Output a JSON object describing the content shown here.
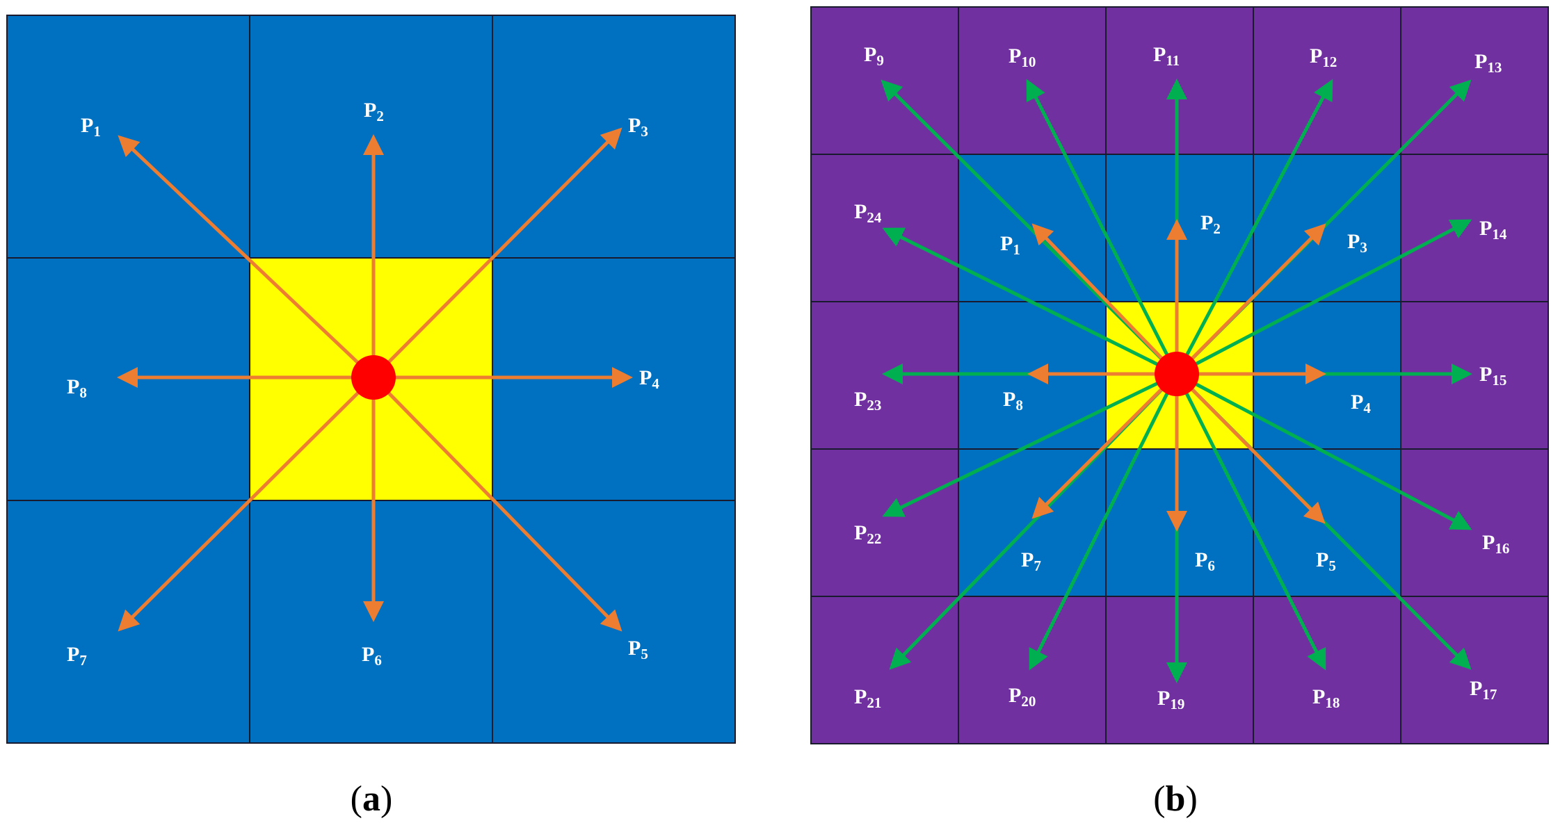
{
  "colors": {
    "blue": "#0070C0",
    "purple": "#7030A0",
    "yellow": "#FFFF00",
    "center_dot": "#FF0000",
    "orange_arrow": "#ED7D31",
    "green_arrow": "#00B050",
    "grid_line": "#1a1a2e",
    "label": "#FFFFFF"
  },
  "panel_a": {
    "caption_letter": "a",
    "labels": [
      {
        "p": "P",
        "n": "1"
      },
      {
        "p": "P",
        "n": "2"
      },
      {
        "p": "P",
        "n": "3"
      },
      {
        "p": "P",
        "n": "4"
      },
      {
        "p": "P",
        "n": "5"
      },
      {
        "p": "P",
        "n": "6"
      },
      {
        "p": "P",
        "n": "7"
      },
      {
        "p": "P",
        "n": "8"
      }
    ]
  },
  "panel_b": {
    "caption_letter": "b",
    "inner_labels": [
      {
        "p": "P",
        "n": "1"
      },
      {
        "p": "P",
        "n": "2"
      },
      {
        "p": "P",
        "n": "3"
      },
      {
        "p": "P",
        "n": "4"
      },
      {
        "p": "P",
        "n": "5"
      },
      {
        "p": "P",
        "n": "6"
      },
      {
        "p": "P",
        "n": "7"
      },
      {
        "p": "P",
        "n": "8"
      }
    ],
    "outer_labels": [
      {
        "p": "P",
        "n": "9"
      },
      {
        "p": "P",
        "n": "10"
      },
      {
        "p": "P",
        "n": "11"
      },
      {
        "p": "P",
        "n": "12"
      },
      {
        "p": "P",
        "n": "13"
      },
      {
        "p": "P",
        "n": "14"
      },
      {
        "p": "P",
        "n": "15"
      },
      {
        "p": "P",
        "n": "16"
      },
      {
        "p": "P",
        "n": "17"
      },
      {
        "p": "P",
        "n": "18"
      },
      {
        "p": "P",
        "n": "19"
      },
      {
        "p": "P",
        "n": "20"
      },
      {
        "p": "P",
        "n": "21"
      },
      {
        "p": "P",
        "n": "22"
      },
      {
        "p": "P",
        "n": "23"
      },
      {
        "p": "P",
        "n": "24"
      }
    ]
  }
}
